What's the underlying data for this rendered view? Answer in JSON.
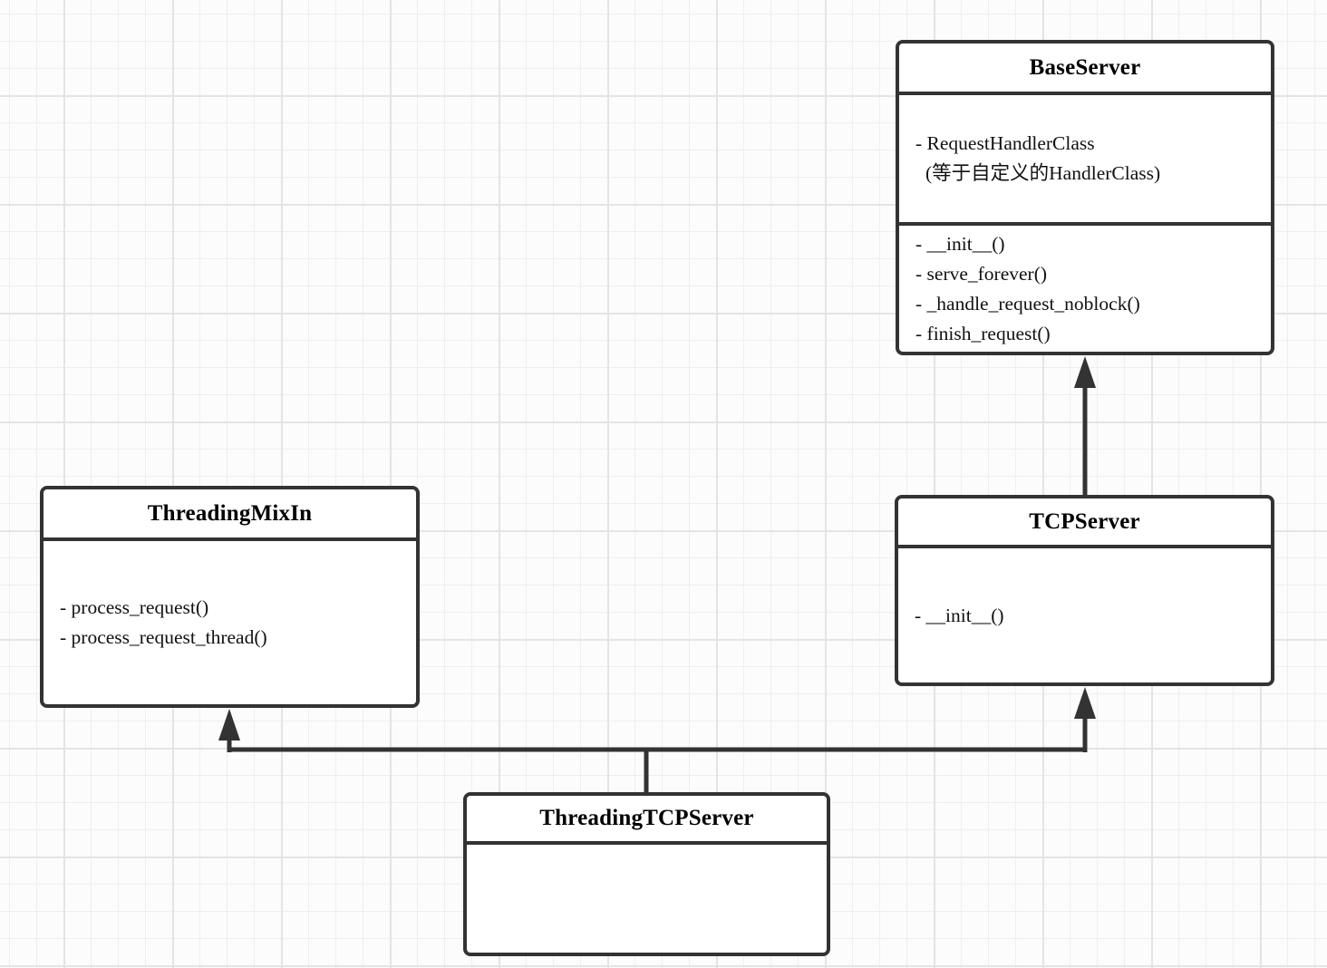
{
  "diagram": {
    "type": "uml-class-diagram",
    "colors": {
      "stroke": "#333333",
      "box_fill": "#ffffff",
      "text": "#111111",
      "grid_minor": "#efefef",
      "grid_major": "#e4e4e4",
      "canvas_bg": "#fcfcfc"
    },
    "classes": [
      {
        "name": "BaseServer",
        "attributes": [
          "- RequestHandlerClass",
          "(等于自定义的HandlerClass)"
        ],
        "methods": [
          "- __init__()",
          "- serve_forever()",
          "- _handle_request_noblock()",
          "- finish_request()"
        ]
      },
      {
        "name": "ThreadingMixIn",
        "attributes": [],
        "methods": [
          "- process_request()",
          "- process_request_thread()"
        ]
      },
      {
        "name": "TCPServer",
        "attributes": [],
        "methods": [
          "- __init__()"
        ]
      },
      {
        "name": "ThreadingTCPServer",
        "attributes": [],
        "methods": []
      }
    ],
    "relationships": [
      {
        "from": "TCPServer",
        "to": "BaseServer",
        "type": "inheritance",
        "arrow": "solid-filled-triangle"
      },
      {
        "from": "ThreadingTCPServer",
        "to": "ThreadingMixIn",
        "type": "inheritance",
        "arrow": "solid-filled-triangle"
      },
      {
        "from": "ThreadingTCPServer",
        "to": "TCPServer",
        "type": "inheritance",
        "arrow": "solid-filled-triangle"
      }
    ]
  }
}
